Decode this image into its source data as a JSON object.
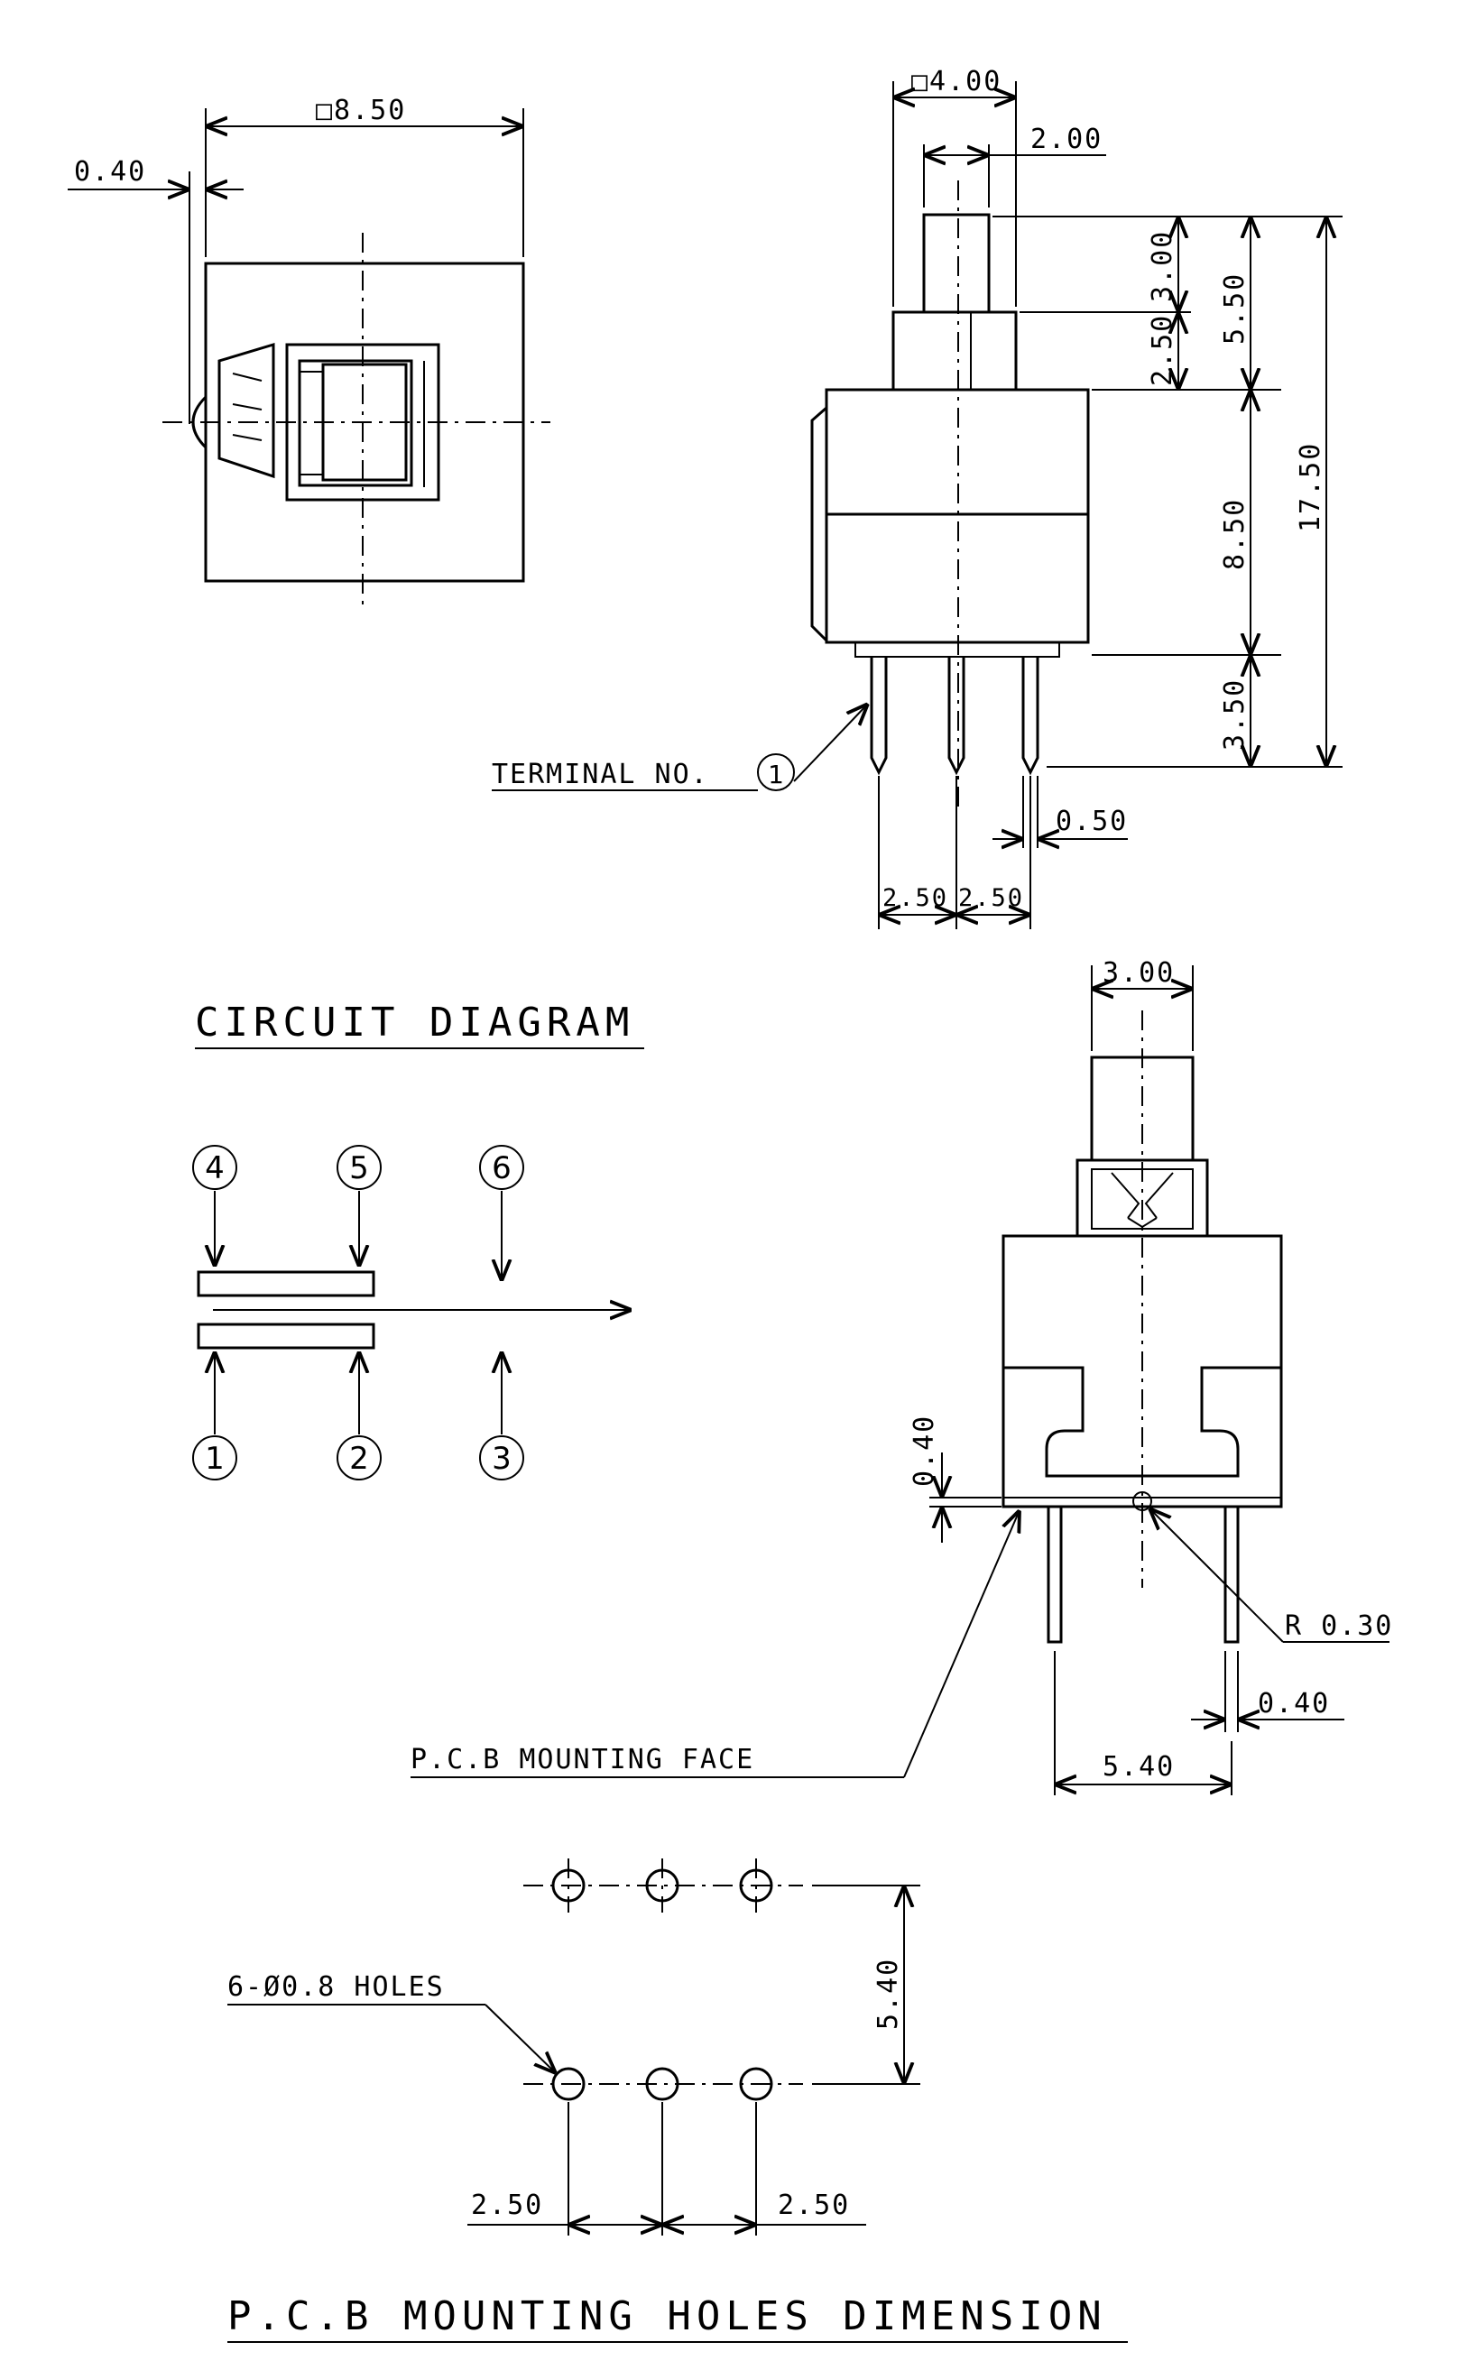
{
  "top_view": {
    "width_dim": "□8.50",
    "offset_dim": "0.40"
  },
  "side_view": {
    "width_dim": "□4.00",
    "stem_dim": "2.00",
    "h_dims": [
      "3.00",
      "2.50",
      "5.50",
      "8.50",
      "3.50",
      "17.50"
    ],
    "terminal_label": "TERMINAL NO.",
    "terminal_number": "1",
    "pin_dim": "0.50",
    "pitch_dims": [
      "2.50",
      "2.50"
    ]
  },
  "circuit": {
    "title": "CIRCUIT DIAGRAM",
    "top_terminals": [
      "4",
      "5",
      "6"
    ],
    "bottom_terminals": [
      "1",
      "2",
      "3"
    ]
  },
  "front_view": {
    "stem_dim": "3.00",
    "face_gap_dim": "0.40",
    "radius_dim": "R 0.30",
    "pin_dim": "0.40",
    "span_dim": "5.40",
    "face_label": "P.C.B MOUNTING FACE"
  },
  "pcb_holes": {
    "holes_label": "6-Ø0.8 HOLES",
    "row_dim": "5.40",
    "pitch_dims": [
      "2.50",
      "2.50"
    ],
    "title": "P.C.B MOUNTING HOLES DIMENSION"
  }
}
